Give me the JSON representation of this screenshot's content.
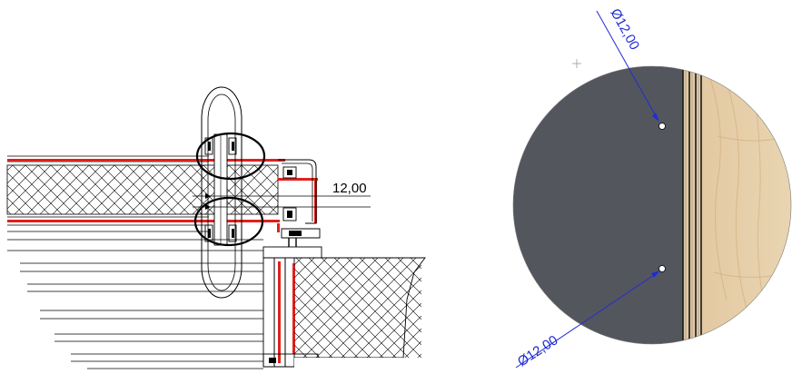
{
  "section_view": {
    "dimension_label": "12,00"
  },
  "detail_view": {
    "dimension_top_label": "Ø12,00",
    "dimension_bottom_label": "Ø12,00"
  },
  "colors": {
    "line": "#000000",
    "highlight_red": "#e0201c",
    "dimension_blue": "#1f2bd6",
    "panel_dark": "#54565e",
    "wood": "#e3c9a2",
    "background": "#ffffff"
  }
}
